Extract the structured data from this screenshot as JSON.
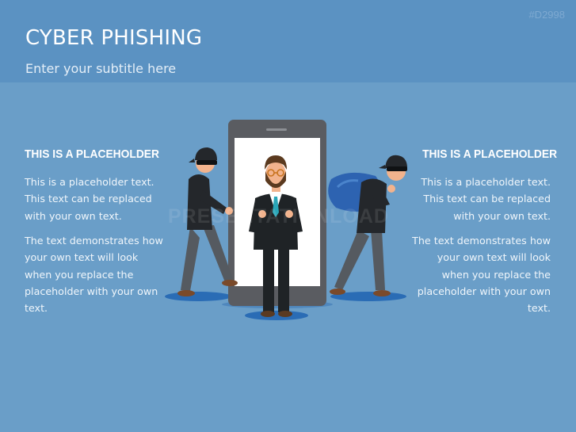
{
  "slide": {
    "id": "#D2998",
    "title": "CYBER PHISHING",
    "subtitle": "Enter your subtitle here",
    "watermark": "PRESENTATIONLOAD"
  },
  "left_column": {
    "heading": "THIS IS A PLACEHOLDER",
    "paragraph1": "This is a placeholder text. This text can be replaced with your own text.",
    "paragraph2": "The text demonstrates how your own text will look when you replace the placeholder with your own text."
  },
  "right_column": {
    "heading": "THIS IS A PLACEHOLDER",
    "paragraph1": "This is a placeholder text. This text can be replaced with your own text.",
    "paragraph2": "The text demonstrates how your own text will look when you replace the placeholder with your own text."
  },
  "illustration": {
    "icons": [
      "smartphone-icon",
      "businessman-icon",
      "thief-pushing-icon",
      "thief-with-sack-icon"
    ],
    "colors": {
      "background": "#6a9ec8",
      "header": "#5b92c2",
      "phone_body": "#5a5c61",
      "screen": "#ffffff",
      "suit": "#1f2326",
      "thief_shadow": "#2a6cb5",
      "sack": "#2d63b1"
    }
  }
}
